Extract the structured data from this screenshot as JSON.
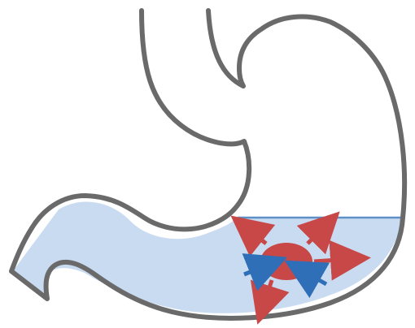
{
  "diagram": {
    "kind": "stomach cross-section with liquid contents",
    "colors": {
      "outline": "#6a6a6a",
      "fluid_fill": "#c9dbf1",
      "fluid_surface": "#5f8fc7",
      "mass": "#c84848",
      "outward_arrows": "#c84848",
      "inward_arrows": "#2f6fb8"
    },
    "elements": {
      "stomach_outline": "stomach-outline",
      "fluid": "gastric-fluid",
      "mass": "dissolving-mass",
      "outward_arrow_count": 4,
      "inward_arrow_count": 2
    }
  }
}
